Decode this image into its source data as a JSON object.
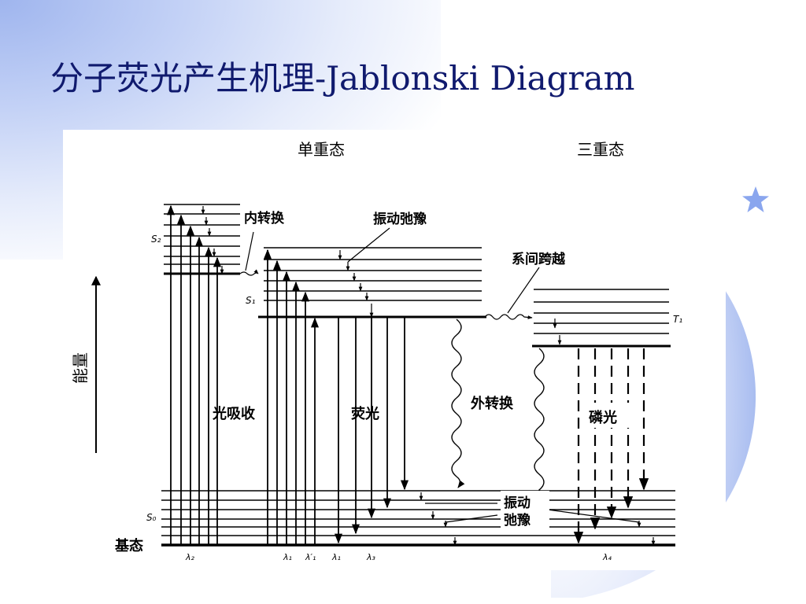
{
  "slide": {
    "title": "分子荧光产生机理-Jablonski Diagram",
    "accent_color": "#101a6e"
  },
  "diagram": {
    "headers": {
      "singlet": "单重态",
      "triplet": "三重态"
    },
    "energy_axis_label": "能量",
    "state_labels": {
      "s2": "S₂",
      "s1": "S₁",
      "s0": "S₀",
      "t1": "T₁",
      "ground": "基态"
    },
    "process_labels": {
      "internal_conversion": "内转换",
      "vibrational_relaxation": "振动弛豫",
      "intersystem_crossing": "系间跨越",
      "absorption": "光吸收",
      "fluorescence": "荧光",
      "external_conversion": "外转换",
      "phosphorescence": "磷光",
      "vibrational_relaxation_line1": "振动",
      "vibrational_relaxation_line2": "弛豫"
    },
    "wavelength_labels": {
      "l2": "λ₂",
      "l1": "λ₁",
      "l1p": "λ′₁",
      "lf": "λ₁",
      "l3": "λ₃",
      "l4": "λ₄"
    }
  }
}
